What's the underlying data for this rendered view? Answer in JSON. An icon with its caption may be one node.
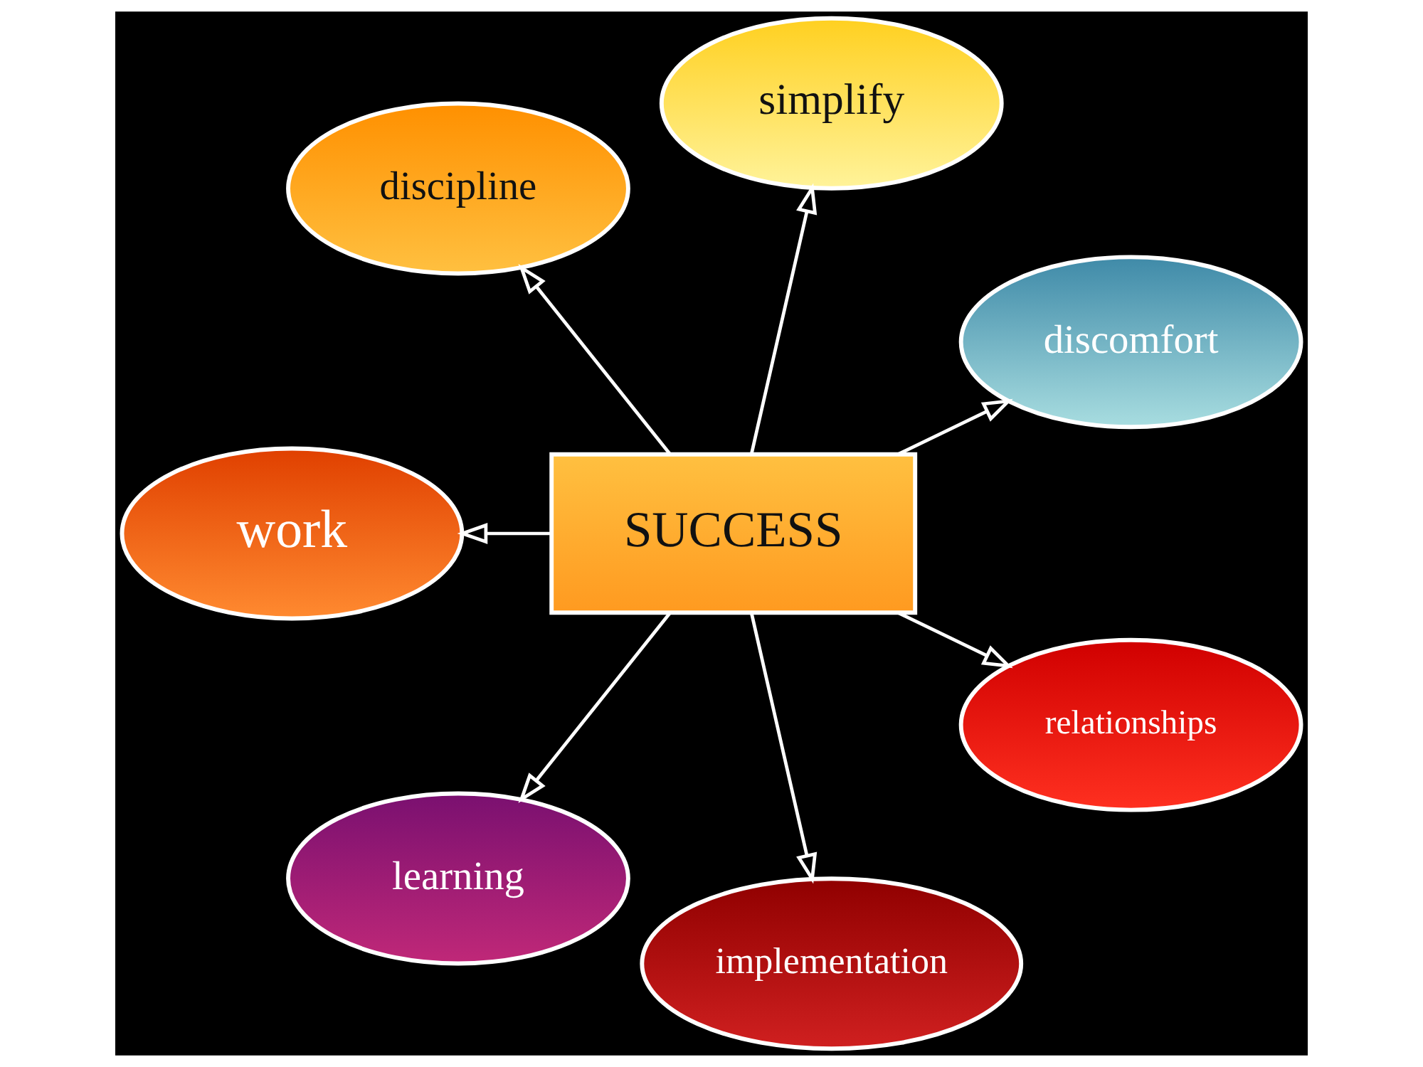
{
  "diagram": {
    "nodes": [
      {
        "text": [
          "SUCCESS"
        ]
      },
      {
        "text": [
          "discomfort"
        ]
      },
      {
        "text": [
          "simplify"
        ]
      },
      {
        "text": [
          "discipline"
        ]
      },
      {
        "text": [
          "work"
        ]
      },
      {
        "text": [
          "learning"
        ]
      },
      {
        "text": [
          "implementation"
        ]
      },
      {
        "text": [
          "relationships"
        ]
      }
    ],
    "edges": [
      {
        "from": 0,
        "to": 1,
        "arrow": "to"
      },
      {
        "from": 0,
        "to": 2,
        "arrow": "to"
      },
      {
        "from": 0,
        "to": 3,
        "arrow": "to"
      },
      {
        "from": 0,
        "to": 4,
        "arrow": "to"
      },
      {
        "from": 0,
        "to": 5,
        "arrow": "to"
      },
      {
        "from": 0,
        "to": 6,
        "arrow": "to"
      },
      {
        "from": 0,
        "to": 7,
        "arrow": "to"
      }
    ]
  }
}
